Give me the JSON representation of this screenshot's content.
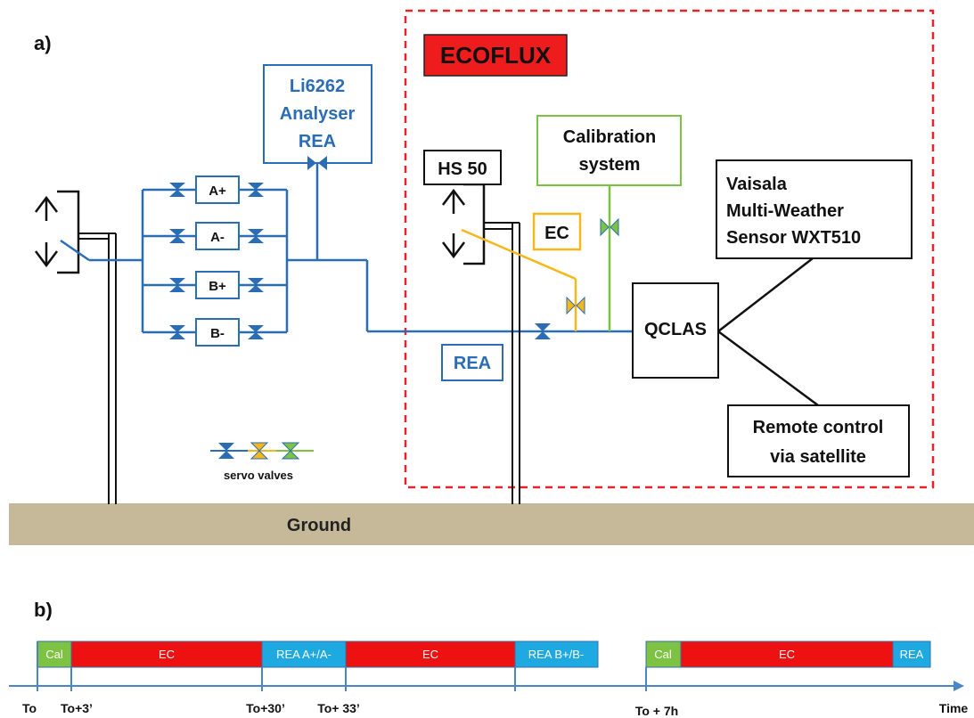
{
  "panel_a": {
    "label": "a)",
    "ecoflux": "ECOFLUX",
    "li6262": [
      "Li6262",
      "Analyser",
      "REA"
    ],
    "reservoirs": [
      "A+",
      "A-",
      "B+",
      "B-"
    ],
    "hs50": "HS 50",
    "calibration": [
      "Calibration",
      "system"
    ],
    "ec": "EC",
    "rea": "REA",
    "vaisala": [
      "Vaisala",
      "Multi-Weather",
      "Sensor WXT510"
    ],
    "qclas": "QCLAS",
    "remote": [
      "Remote control",
      "via satellite"
    ],
    "servo_valves": "servo valves",
    "ground": "Ground"
  },
  "panel_b": {
    "label": "b)",
    "segments": [
      {
        "text": "Cal",
        "kind": "cal"
      },
      {
        "text": "EC",
        "kind": "ec"
      },
      {
        "text": "REA A+/A-",
        "kind": "rea"
      },
      {
        "text": "EC",
        "kind": "ec"
      },
      {
        "text": "REA B+/B-",
        "kind": "rea"
      },
      {
        "text": "Cal",
        "kind": "cal"
      },
      {
        "text": "EC",
        "kind": "ec"
      },
      {
        "text": "REA",
        "kind": "rea"
      }
    ],
    "ticks": [
      "To",
      "To+3’",
      "To+30’",
      "To+ 33’",
      "To + 7h"
    ],
    "axis_end": "Time"
  },
  "colors": {
    "blue": "#2a6db5",
    "red_box": "#ee1c1c",
    "dash": "#e3242b",
    "green": "#7dc242",
    "yellow": "#f5b71a",
    "ground": "#c6b99a",
    "seg_cal": "#7dc242",
    "seg_ec": "#ee1111",
    "seg_rea": "#1fa9e1",
    "axis": "#4a86c6"
  }
}
